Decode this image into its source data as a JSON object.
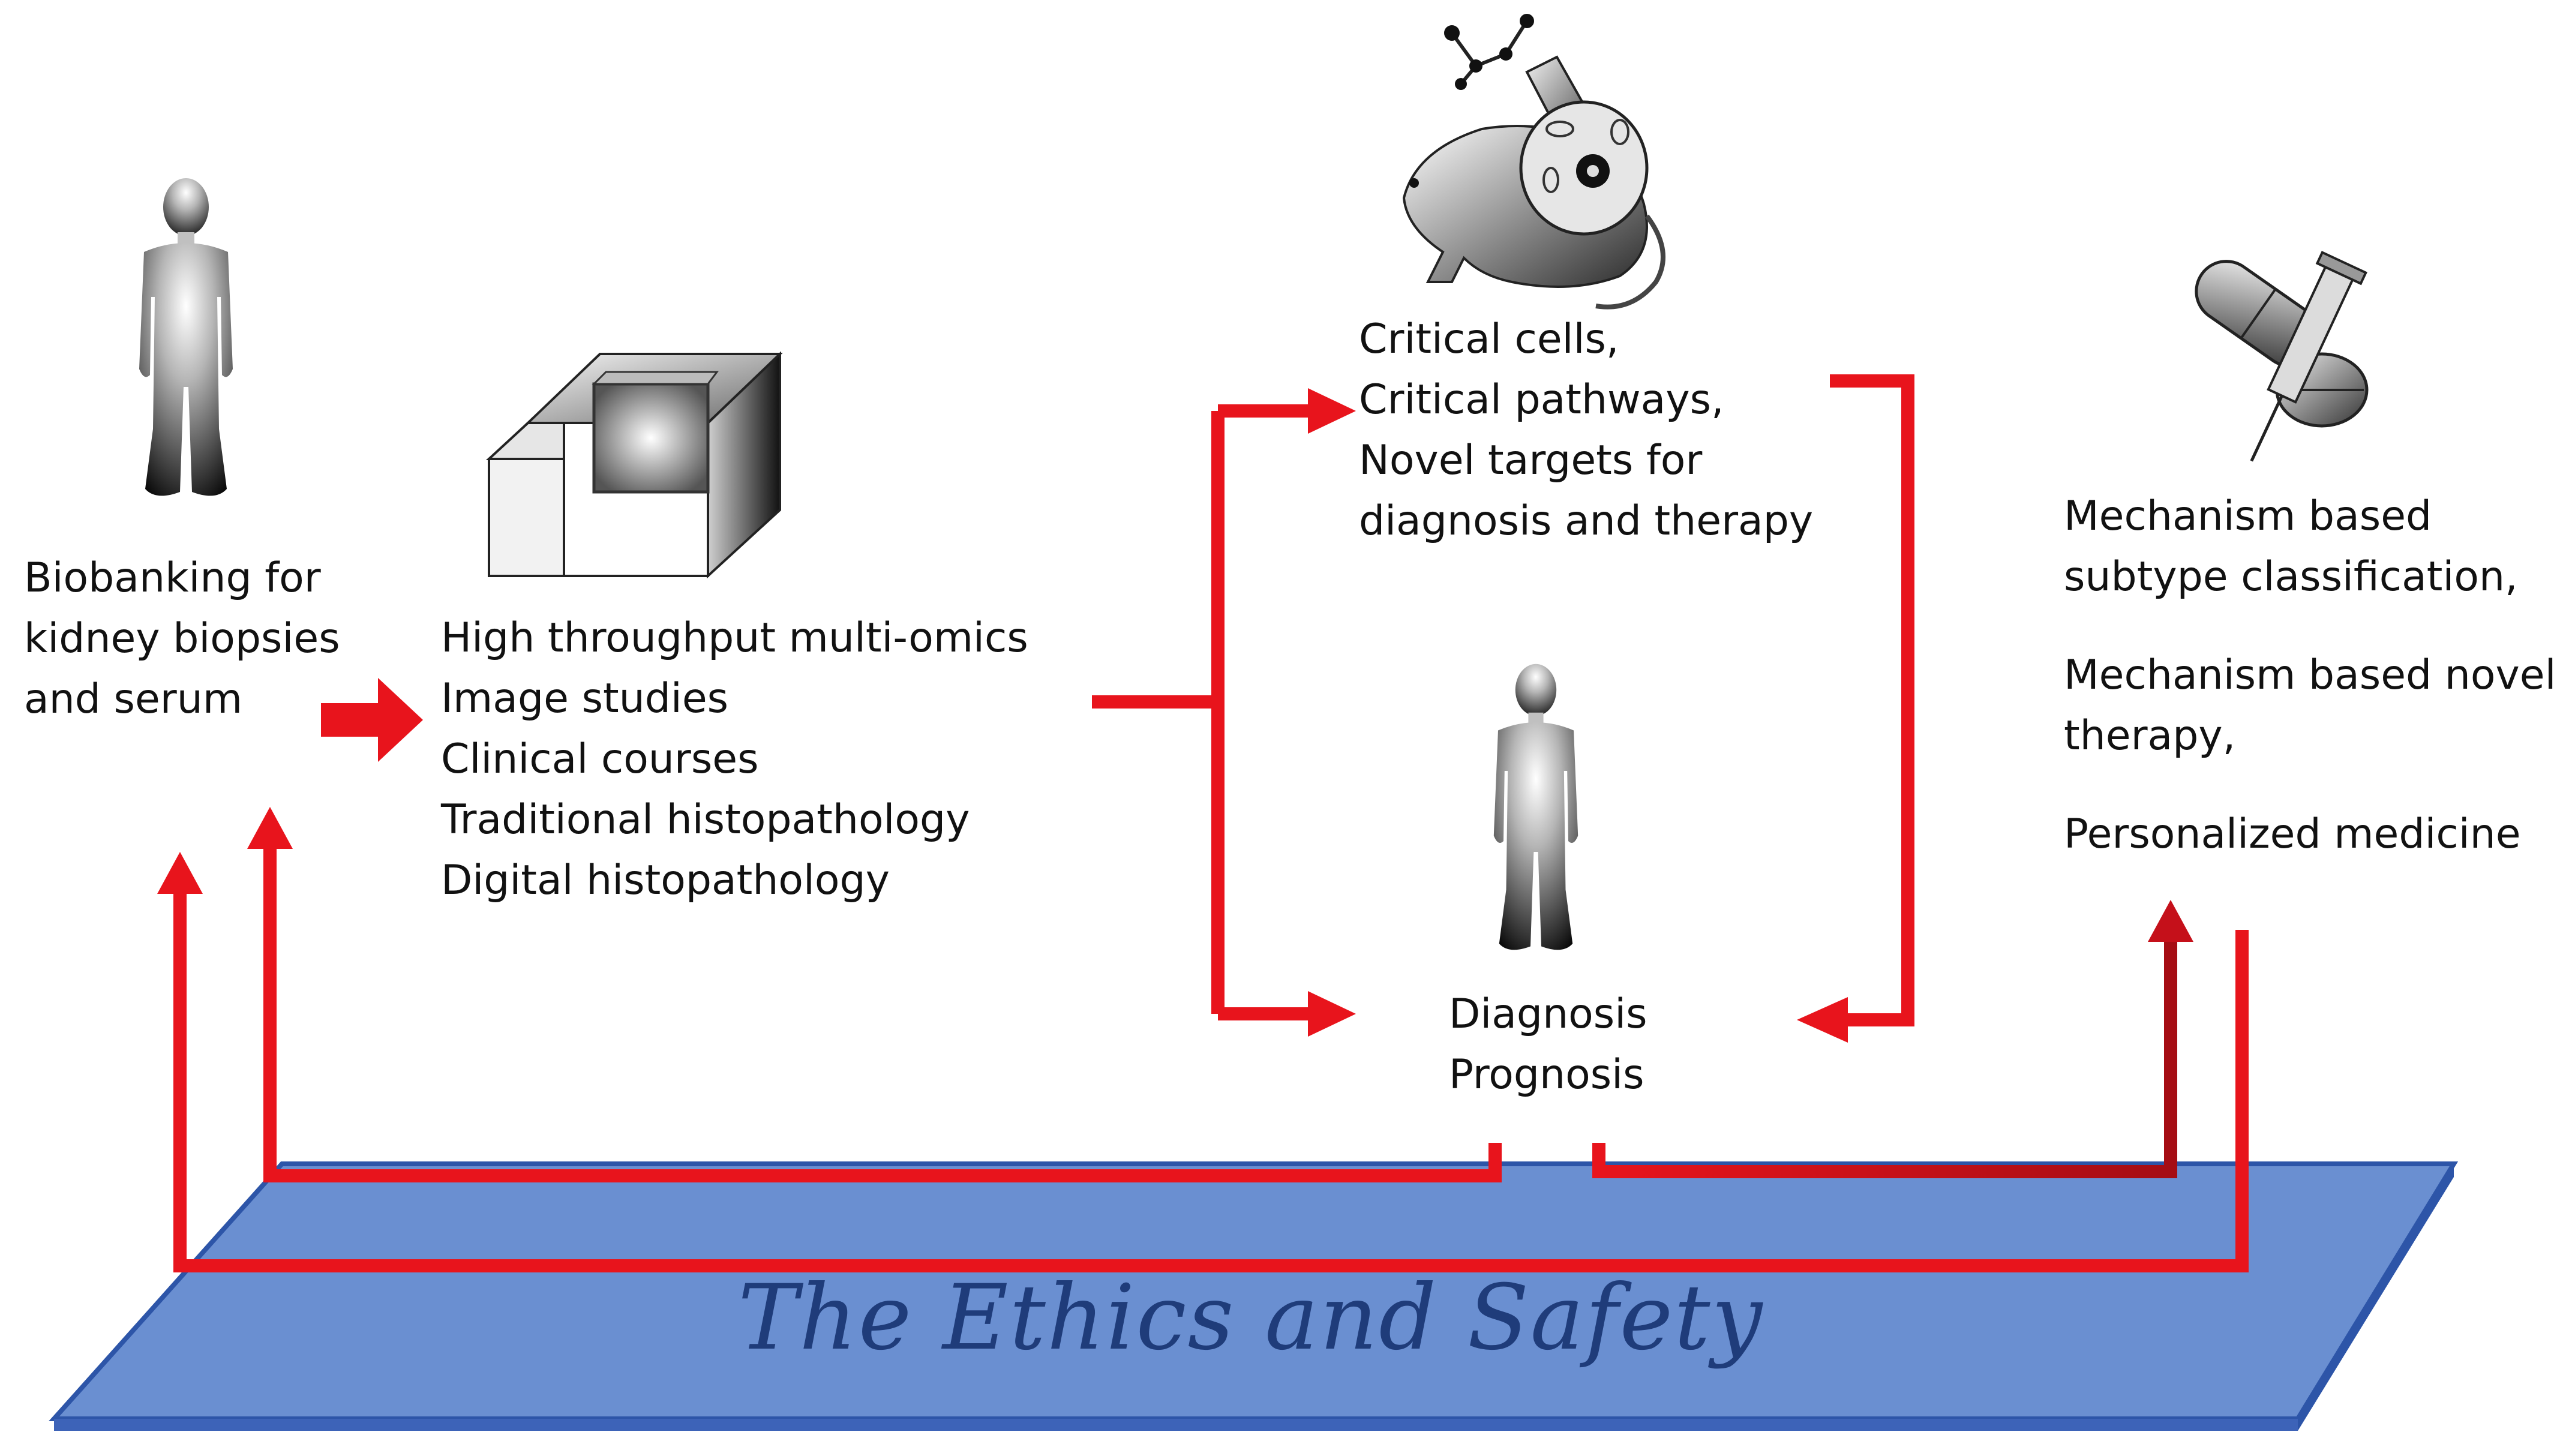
{
  "biobank": {
    "lines": [
      "Biobanking for",
      "kidney biopsies",
      "and serum"
    ]
  },
  "omics": {
    "lines": [
      "High throughput multi-omics",
      "Image studies",
      "Clinical courses",
      "Traditional histopathology",
      "Digital histopathology"
    ]
  },
  "targets": {
    "lines": [
      "Critical cells,",
      "Critical pathways,",
      "Novel targets for",
      "diagnosis and therapy"
    ]
  },
  "diagnosis": {
    "lines": [
      "Diagnosis",
      "Prognosis"
    ]
  },
  "outcomes": {
    "item1": [
      "Mechanism based",
      "subtype classification,"
    ],
    "item2": [
      "Mechanism based novel",
      "therapy,"
    ],
    "item3": [
      "Personalized medicine"
    ]
  },
  "platform": {
    "title": "The Ethics and Safety"
  },
  "colors": {
    "arrow": "#e8141c",
    "platform": "#6a8fd1",
    "platform_edge": "#2d55a8",
    "platform_text": "#1f3c7a"
  },
  "icons": [
    "person-icon",
    "imaging-machine-icon",
    "lab-research-icon",
    "patient-icon",
    "medicine-icon"
  ]
}
